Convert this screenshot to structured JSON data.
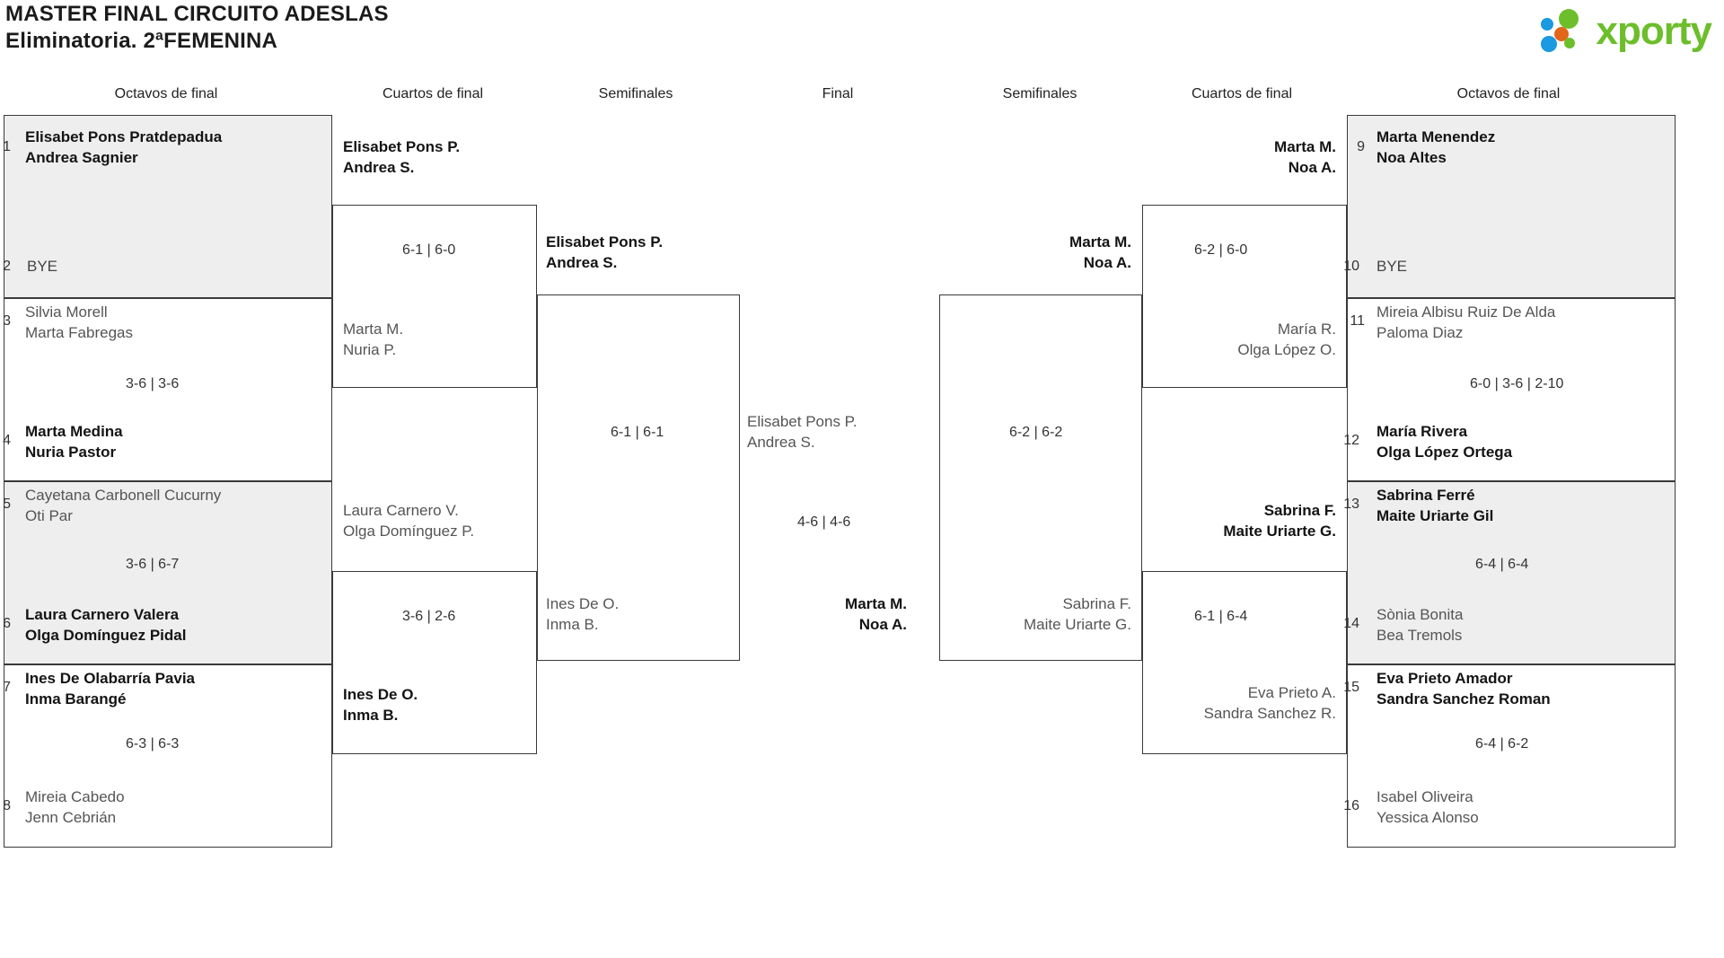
{
  "header": {
    "title": "MASTER FINAL CIRCUITO ADESLAS",
    "subtitle": "Eliminatoria. 2ªFEMENINA",
    "logo_word": "xporty",
    "logo_colors": {
      "blue": "#1a9ae0",
      "orange": "#e2661a",
      "green": "#6cbe2b"
    }
  },
  "rounds": [
    {
      "key": "r16_left",
      "label": "Octavos de final"
    },
    {
      "key": "qf_left",
      "label": "Cuartos de final"
    },
    {
      "key": "sf_left",
      "label": "Semifinales"
    },
    {
      "key": "final",
      "label": "Final"
    },
    {
      "key": "sf_right",
      "label": "Semifinales"
    },
    {
      "key": "qf_right",
      "label": "Cuartos de final"
    },
    {
      "key": "r16_right",
      "label": "Octavos de final"
    }
  ],
  "left": {
    "r16": [
      {
        "seed": "1",
        "p1": "Elisabet Pons Pratdepadua",
        "p2": "Andrea Sagnier",
        "result": "win"
      },
      {
        "seed": "2",
        "p1": "BYE",
        "p2": "",
        "result": "bye"
      },
      {
        "seed": "3",
        "p1": "Silvia Morell",
        "p2": "Marta Fabregas",
        "result": "lose"
      },
      {
        "seed": "4",
        "p1": "Marta Medina",
        "p2": "Nuria Pastor",
        "result": "win"
      },
      {
        "seed": "5",
        "p1": "Cayetana Carbonell Cucurny",
        "p2": "Oti Par",
        "result": "lose"
      },
      {
        "seed": "6",
        "p1": "Laura Carnero Valera",
        "p2": "Olga Domínguez Pidal",
        "result": "win"
      },
      {
        "seed": "7",
        "p1": "Ines De Olabarría Pavia",
        "p2": "Inma Barangé",
        "result": "win"
      },
      {
        "seed": "8",
        "p1": "Mireia Cabedo",
        "p2": "Jenn Cebrián",
        "result": "lose"
      }
    ],
    "r16_scores": [
      "3-6 | 3-6",
      "3-6 | 6-7",
      "6-3 | 6-3"
    ],
    "qf": [
      {
        "p1": "Elisabet Pons P.",
        "p2": "Andrea S.",
        "result": "win"
      },
      {
        "p1": "Marta M.",
        "p2": "Nuria P.",
        "result": "lose"
      },
      {
        "p1": "Laura Carnero V.",
        "p2": "Olga Domínguez P.",
        "result": "lose"
      },
      {
        "p1": "Ines De O.",
        "p2": "Inma B.",
        "result": "win"
      }
    ],
    "qf_scores": [
      "6-1 | 6-0",
      "3-6 | 2-6"
    ],
    "sf": [
      {
        "p1": "Elisabet Pons P.",
        "p2": "Andrea S.",
        "result": "win"
      },
      {
        "p1": "Ines De O.",
        "p2": "Inma B.",
        "result": "lose"
      }
    ],
    "sf_score": "6-1 | 6-1"
  },
  "final": {
    "top": {
      "p1": "Elisabet Pons P.",
      "p2": "Andrea S.",
      "result": "lose"
    },
    "bottom": {
      "p1": "Marta M.",
      "p2": "Noa A.",
      "result": "win"
    },
    "score": "4-6 | 4-6"
  },
  "right": {
    "r16": [
      {
        "seed": "9",
        "p1": "Marta Menendez",
        "p2": "Noa Altes",
        "result": "win"
      },
      {
        "seed": "10",
        "p1": "BYE",
        "p2": "",
        "result": "bye"
      },
      {
        "seed": "11",
        "p1": "Mireia Albisu Ruiz De Alda",
        "p2": "Paloma Diaz",
        "result": "lose"
      },
      {
        "seed": "12",
        "p1": "María Rivera",
        "p2": "Olga López Ortega",
        "result": "win"
      },
      {
        "seed": "13",
        "p1": "Sabrina Ferré",
        "p2": "Maite Uriarte Gil",
        "result": "win"
      },
      {
        "seed": "14",
        "p1": "Sònia Bonita",
        "p2": "Bea Tremols",
        "result": "lose"
      },
      {
        "seed": "15",
        "p1": "Eva Prieto Amador",
        "p2": "Sandra Sanchez Roman",
        "result": "win"
      },
      {
        "seed": "16",
        "p1": "Isabel Oliveira",
        "p2": "Yessica Alonso",
        "result": "lose"
      }
    ],
    "r16_scores": [
      "6-0 | 3-6 | 2-10",
      "6-4 | 6-4",
      "6-4 | 6-2"
    ],
    "qf": [
      {
        "p1": "Marta M.",
        "p2": "Noa A.",
        "result": "win"
      },
      {
        "p1": "María R.",
        "p2": "Olga López O.",
        "result": "lose"
      },
      {
        "p1": "Sabrina F.",
        "p2": "Maite Uriarte G.",
        "result": "win"
      },
      {
        "p1": "Eva Prieto A.",
        "p2": "Sandra Sanchez R.",
        "result": "lose"
      }
    ],
    "qf_scores": [
      "6-2 | 6-0",
      "6-1 | 6-4"
    ],
    "sf": [
      {
        "p1": "Marta M.",
        "p2": "Noa A.",
        "result": "win"
      },
      {
        "p1": "Sabrina F.",
        "p2": "Maite Uriarte G.",
        "result": "lose"
      }
    ],
    "sf_score": "6-2 | 6-2"
  }
}
